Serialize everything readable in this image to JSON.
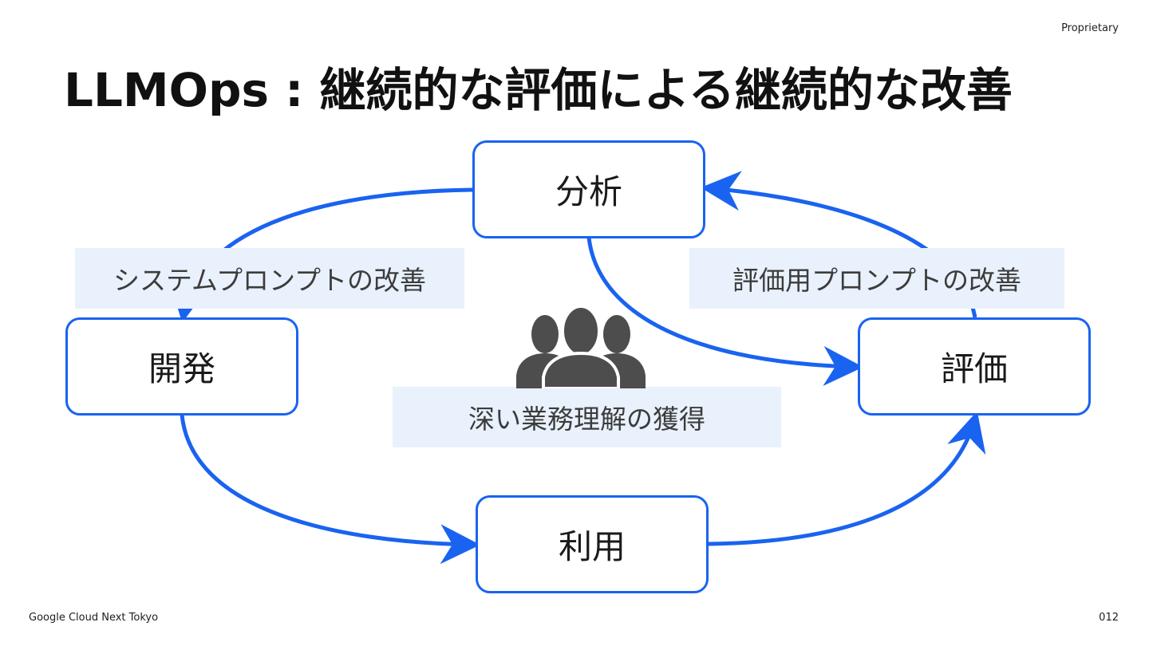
{
  "header": {
    "proprietary": "Proprietary"
  },
  "title": "LLMOps : 継続的な評価による継続的な改善",
  "diagram": {
    "nodes": {
      "analysis": "分析",
      "development": "開発",
      "evaluation": "評価",
      "usage": "利用"
    },
    "labels": {
      "system_prompt": "システムプロンプトの改善",
      "eval_prompt": "評価用プロンプトの改善",
      "business": "深い業務理解の獲得"
    },
    "icons": {
      "people": "people-group-icon"
    },
    "colors": {
      "accent": "#1a63f0",
      "label_bg": "#e8f1fc",
      "people": "#4d4d4d"
    }
  },
  "footer": {
    "left": "Google Cloud Next Tokyo",
    "page_number": "012"
  }
}
